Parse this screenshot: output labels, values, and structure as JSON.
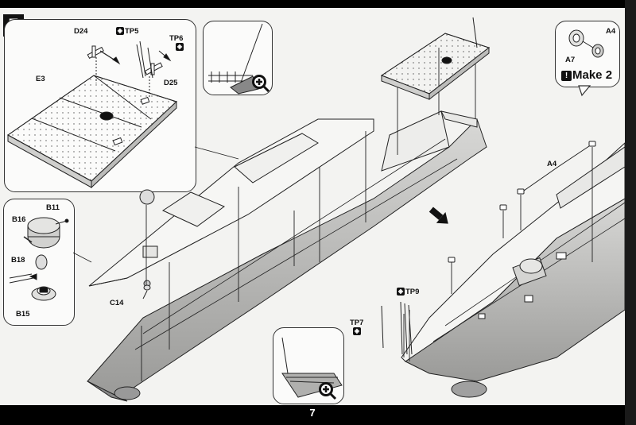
{
  "step": {
    "number": "7"
  },
  "page_number": "7",
  "make": {
    "text": "Make 2",
    "badge": "!"
  },
  "labels": {
    "D24": "D24",
    "TP5": "TP5",
    "TP6": "TP6",
    "D25": "D25",
    "E3": "E3",
    "A4_top": "A4",
    "A7": "A7",
    "A4_mid": "A4",
    "B11": "B11",
    "B16": "B16",
    "B18": "B18",
    "B15": "B15",
    "C14": "C14",
    "TP9": "TP9",
    "TP7": "TP7"
  },
  "icons": {
    "zoom": "magnifier-plus-icon",
    "arrow": "direction-arrow-icon",
    "part_marker": "photo-etch-marker-icon"
  },
  "colors": {
    "ink": "#111111",
    "paper": "#f3f3f1",
    "hull_shade": "#bdbdbd"
  }
}
